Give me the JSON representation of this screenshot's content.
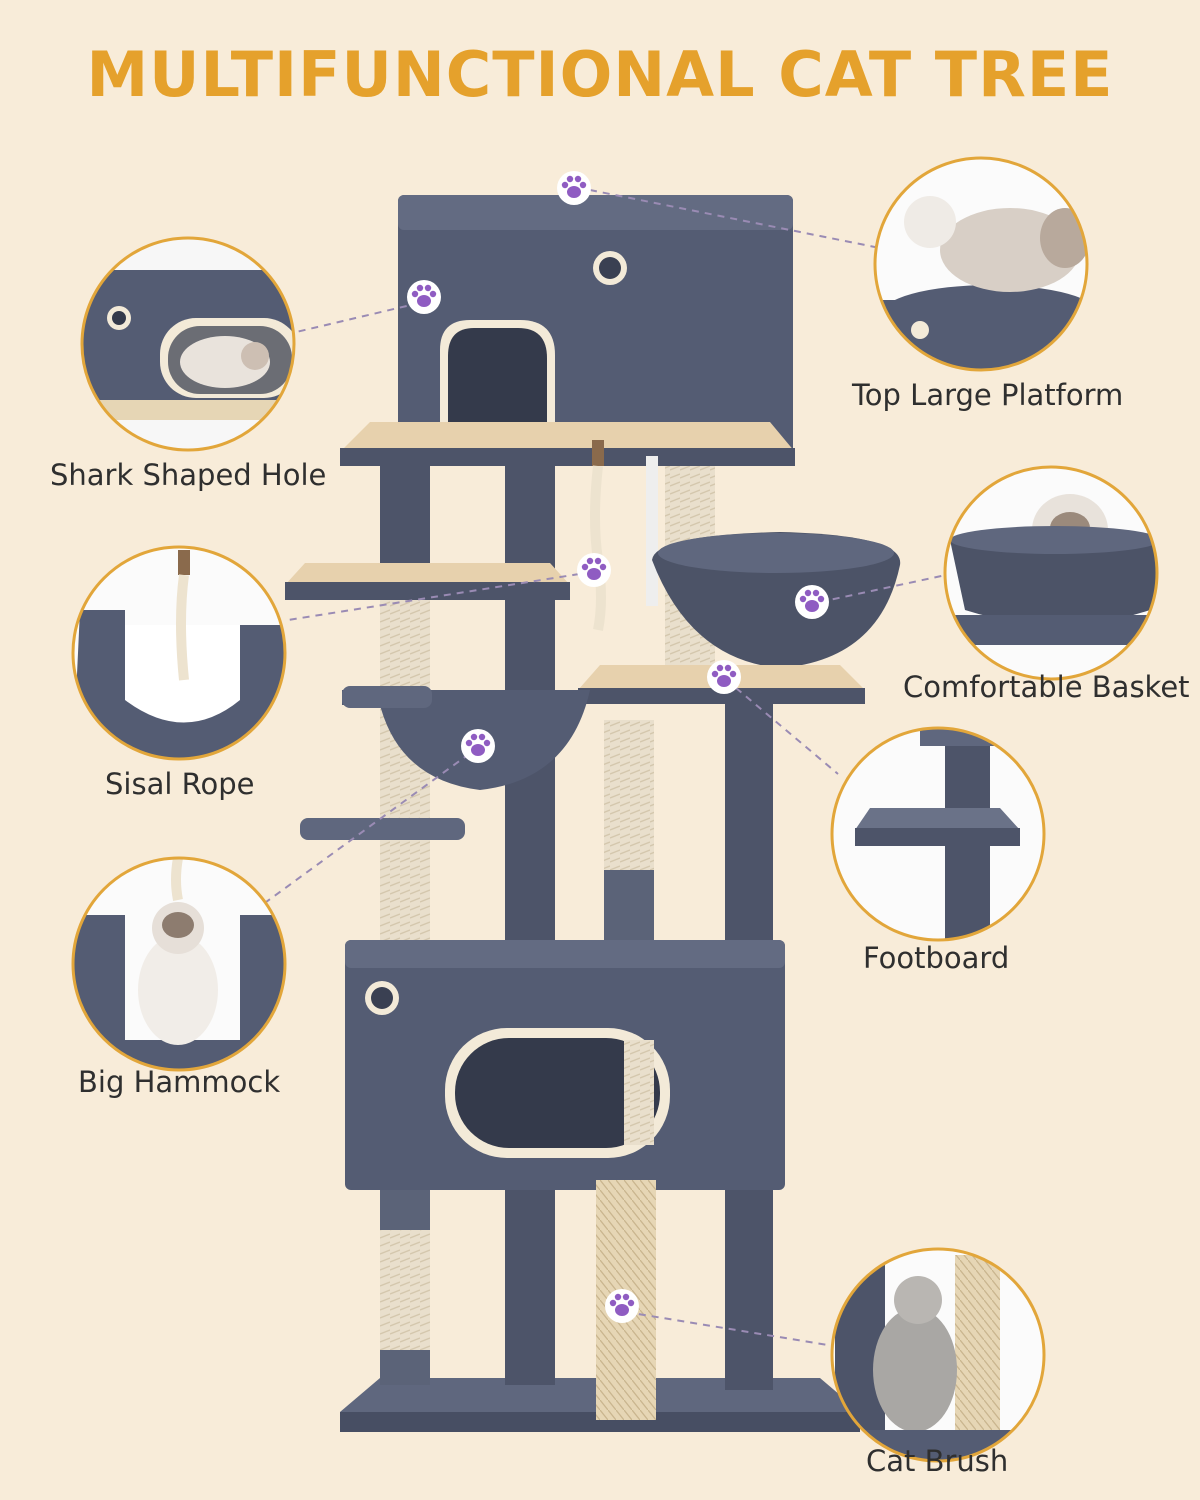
{
  "title": "MULTIFUNCTIONAL CAT TREE",
  "colors": {
    "title": "#e5a12c",
    "background": "#f8ecd9",
    "frame": "#545c73",
    "frame_dark": "#3f4558",
    "sisal": "#e9dfcc",
    "trim": "#f3ead8",
    "board": "#e7d1ad",
    "circle_border": "#e2a63a",
    "paw": "#8f5cc2",
    "leader": "#9a8bb4"
  },
  "icons": {
    "paw": "paw-icon",
    "feature_photo": "cat-photo"
  },
  "features": [
    {
      "id": "top-large-platform",
      "label": "Top Large Platform"
    },
    {
      "id": "shark-shaped-hole",
      "label": "Shark Shaped Hole"
    },
    {
      "id": "comfortable-basket",
      "label": "Comfortable Basket"
    },
    {
      "id": "sisal-rope",
      "label": "Sisal Rope"
    },
    {
      "id": "footboard",
      "label": "Footboard"
    },
    {
      "id": "big-hammock",
      "label": "Big Hammock"
    },
    {
      "id": "cat-brush",
      "label": "Cat Brush"
    }
  ]
}
